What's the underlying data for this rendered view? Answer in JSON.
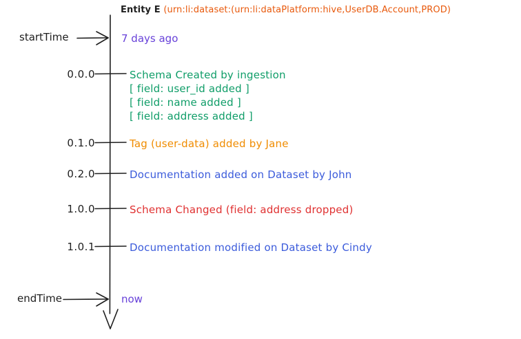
{
  "title": {
    "entity_label": "Entity E ",
    "entity_color": "#1e1e1e",
    "urn": "(urn:li:dataset:(urn:li:dataPlatform:hive,UserDB.Account,PROD)",
    "urn_color": "#e8590c"
  },
  "timeline": {
    "axis_color": "#1e1e1e",
    "start_marker": {
      "label": "startTime",
      "value": "7 days ago",
      "value_color": "#6741d9"
    },
    "end_marker": {
      "label": "endTime",
      "value": "now",
      "value_color": "#6741d9"
    },
    "events": [
      {
        "version": "0.0.0",
        "color": "#0f9d68",
        "lines": [
          "Schema Created by ingestion",
          "[ field: user_id added ]",
          "[ field: name added ]",
          "[ field: address added ]"
        ]
      },
      {
        "version": "0.1.0",
        "color": "#f08c00",
        "lines": [
          "Tag (user-data) added by Jane"
        ]
      },
      {
        "version": "0.2.0",
        "color": "#3b5bdb",
        "lines": [
          "Documentation added on Dataset by John"
        ]
      },
      {
        "version": "1.0.0",
        "color": "#e03131",
        "lines": [
          "Schema Changed (field: address dropped)"
        ]
      },
      {
        "version": "1.0.1",
        "color": "#3b5bdb",
        "lines": [
          "Documentation modified on Dataset by Cindy"
        ]
      }
    ]
  }
}
